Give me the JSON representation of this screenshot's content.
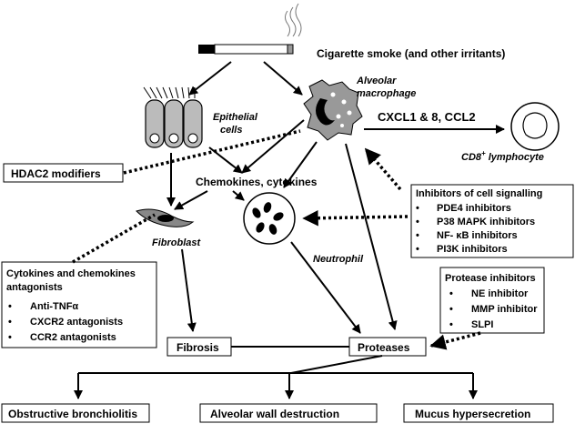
{
  "cigarette_label": "Cigarette smoke (and other irritants)",
  "macrophage_label": [
    "Alveolar",
    "macrophage"
  ],
  "epithelial_label": [
    "Epithelial",
    "cells"
  ],
  "cxcl_label": "CXCL1 & 8, CCL2",
  "cd8_label": "CD8",
  "cd8_sup": "+",
  "lymphocyte_label": " lymphocyte",
  "hdac2_label": "HDAC2 modifiers",
  "chemokines_label": "Chemokines, cytokines",
  "signalling": {
    "title": "Inhibitors of cell signalling",
    "items": [
      "PDE4 inhibitors",
      "P38 MAPK inhibitors",
      "NF- κB inhibitors",
      "PI3K inhibitors"
    ]
  },
  "fibroblast_label": "Fibroblast",
  "neutrophil_label": "Neutrophil",
  "antagonists": {
    "title": [
      "Cytokines and chemokines",
      "antagonists"
    ],
    "items": [
      "Anti-TNFα",
      "CXCR2 antagonists",
      "CCR2 antagonists"
    ]
  },
  "protease_inhibitors": {
    "title": "Protease inhibitors",
    "items": [
      "NE inhibitor",
      "MMP inhibitor",
      "SLPI"
    ]
  },
  "fibrosis_label": "Fibrosis",
  "proteases_label": "Proteases",
  "outcomes": [
    "Obstructive bronchiolitis",
    "Alveolar wall destruction",
    "Mucus hypersecretion"
  ],
  "bullet": "•"
}
